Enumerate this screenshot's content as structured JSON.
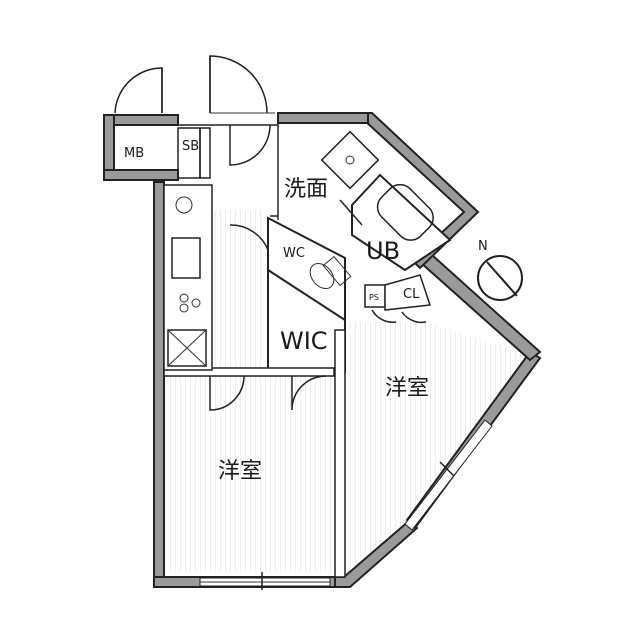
{
  "rooms": {
    "mb": "MB",
    "sb": "SB",
    "washroom": "洗面",
    "ub": "UB",
    "wc": "WC",
    "ps": "PS",
    "cl": "CL",
    "wic": "WIC",
    "western_room_right": "洋室",
    "western_room_left": "洋室"
  },
  "compass": {
    "label": "N"
  },
  "colors": {
    "wall": "#9a9a9a",
    "line": "#222222",
    "floor_stripe": "#e6e6e6"
  }
}
